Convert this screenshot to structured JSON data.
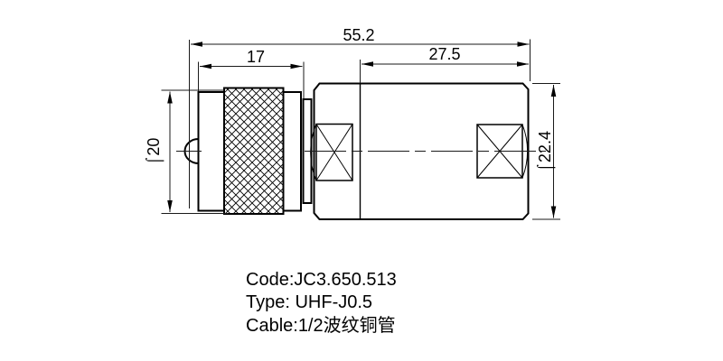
{
  "drawing": {
    "dims": {
      "overall_length": "55.2",
      "nut_length": "17",
      "body_length": "27.5",
      "left_diameter": "⌠20",
      "right_diameter": "⌠22.4"
    },
    "notes": {
      "code": "Code:JC3.650.513",
      "type": "Type: UHF-J0.5",
      "cable": "Cable:1/2波纹铜管"
    },
    "colors": {
      "line": "#000000",
      "background": "#ffffff"
    }
  }
}
